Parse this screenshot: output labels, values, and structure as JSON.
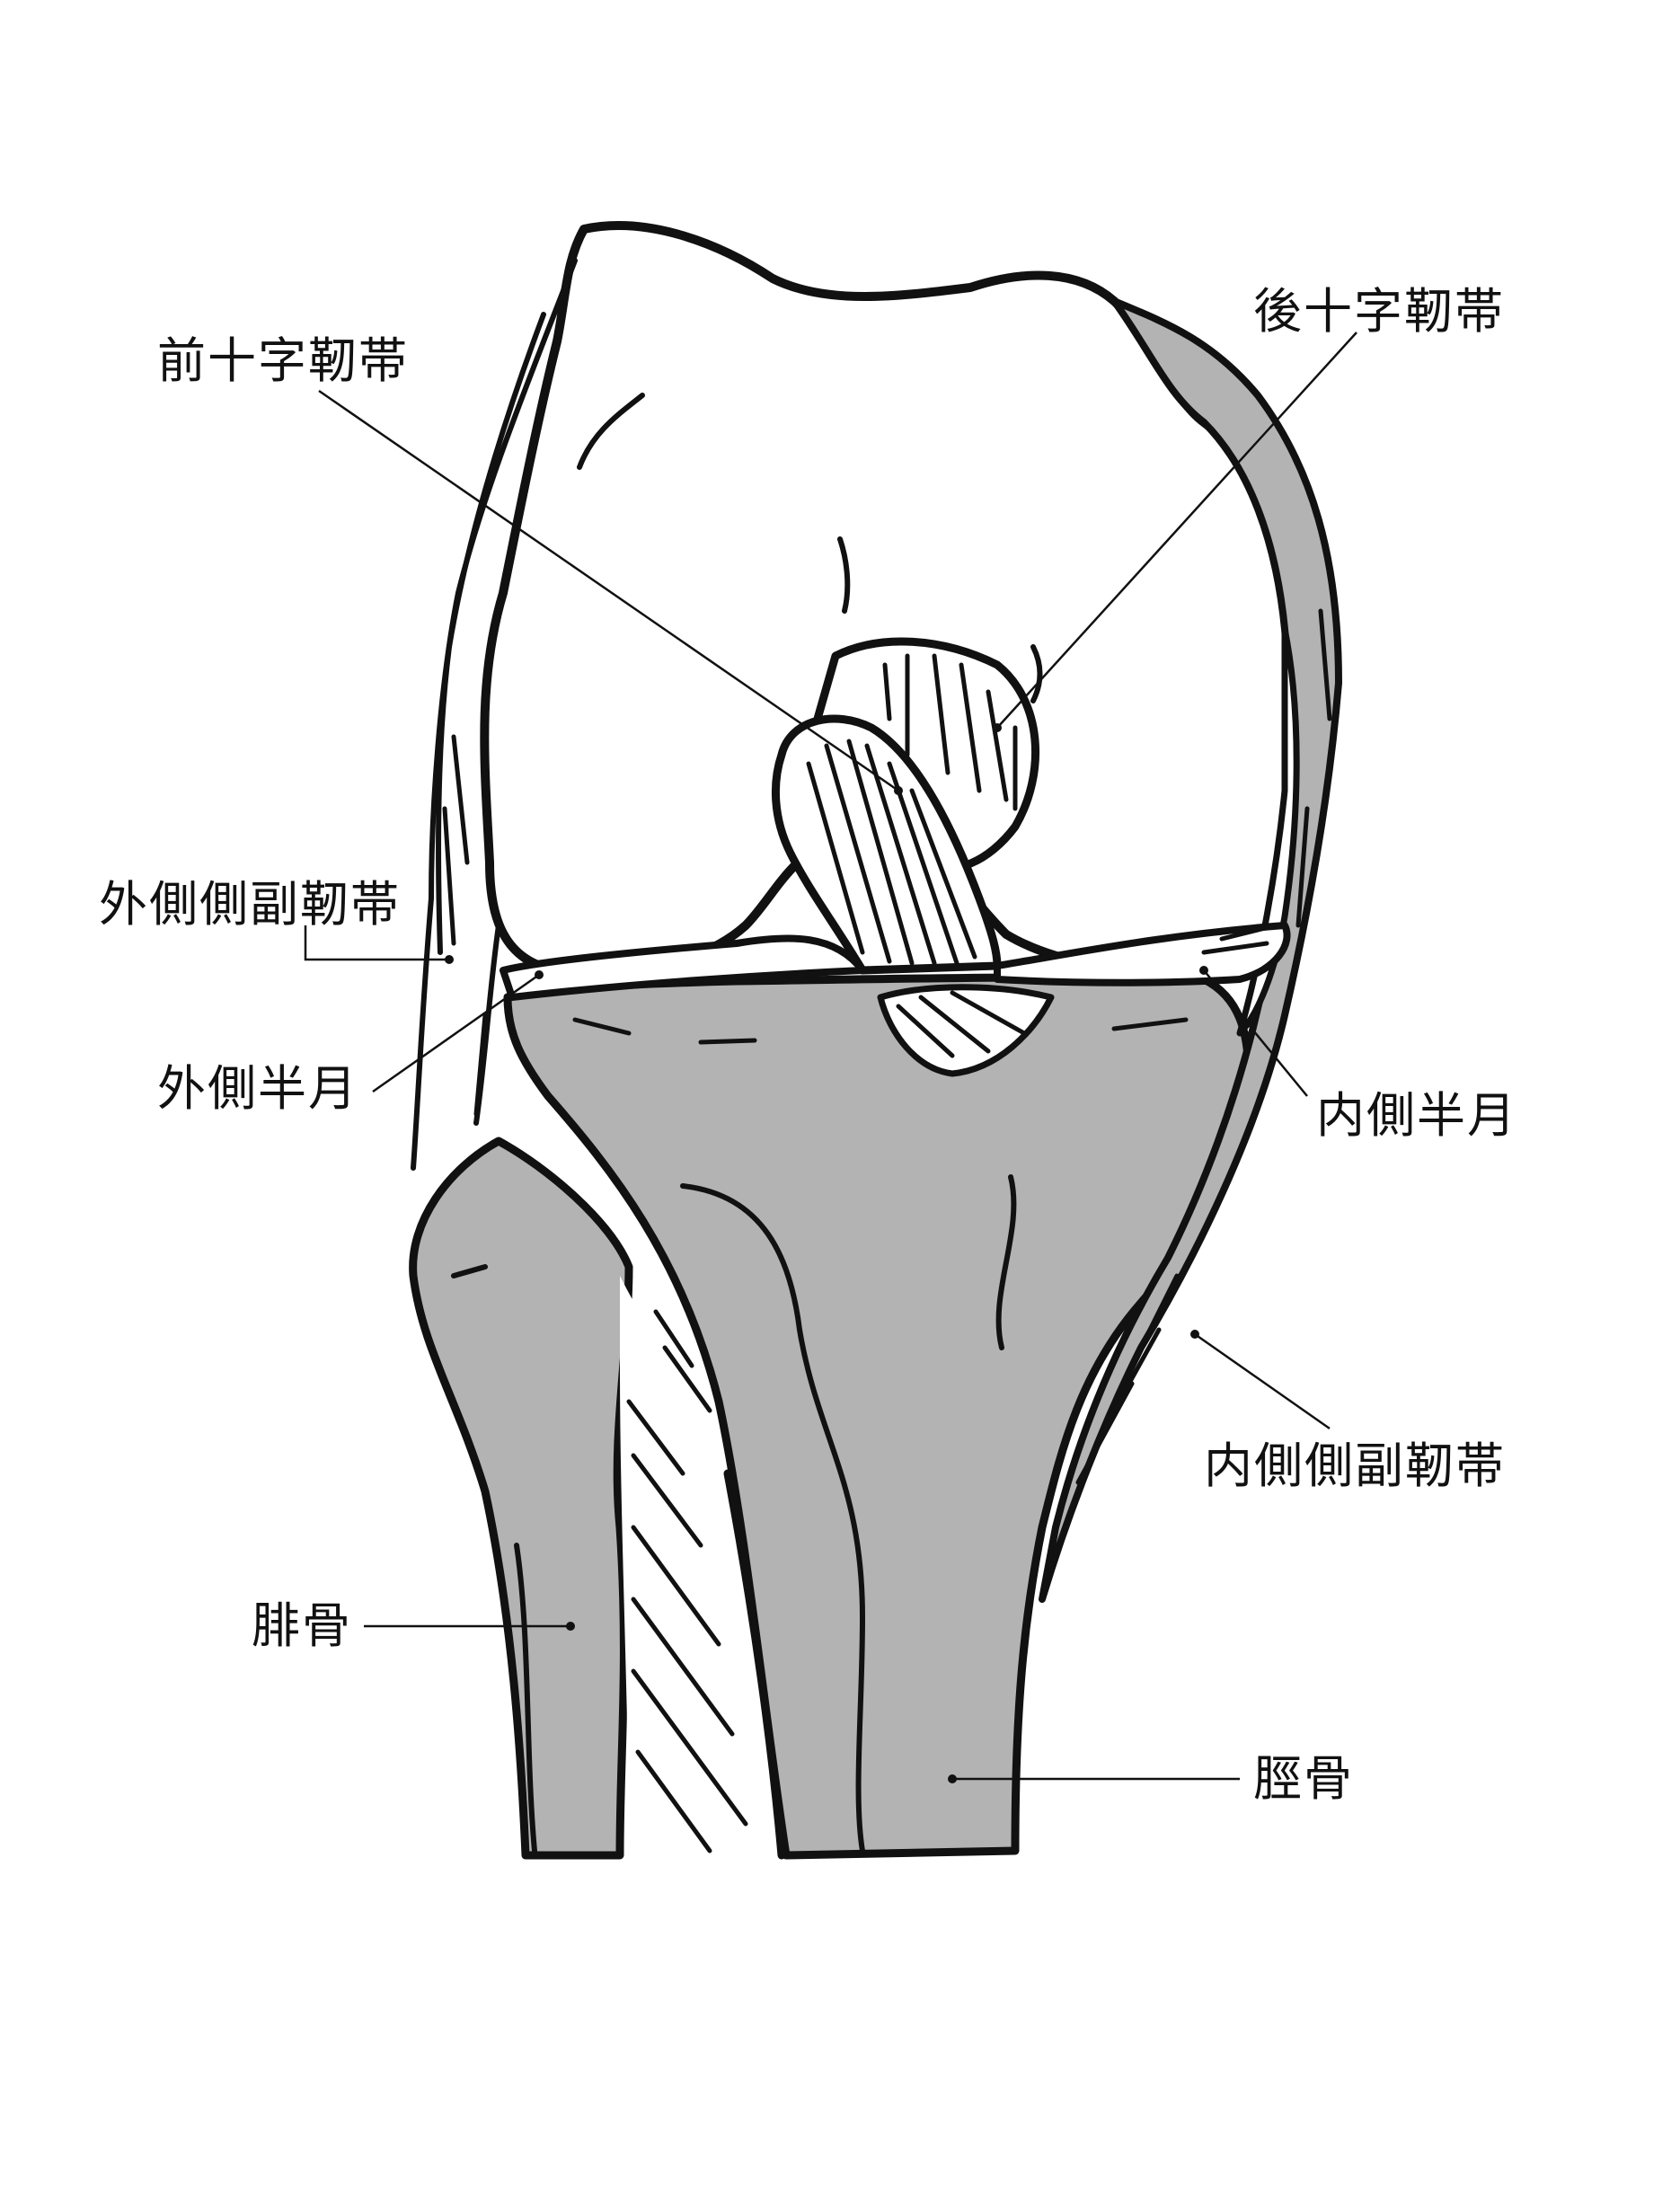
{
  "labels": {
    "acl": "前十字靭帯",
    "pcl": "後十字靭帯",
    "lcl": "外側側副靭帯",
    "lateral_meniscus": "外側半月",
    "medial_meniscus": "内側半月",
    "mcl": "内側側副靭帯",
    "fibula": "腓骨",
    "tibia": "脛骨"
  },
  "colors": {
    "line": "#111111",
    "bone_shade": "#b3b3b3",
    "background": "#ffffff"
  }
}
